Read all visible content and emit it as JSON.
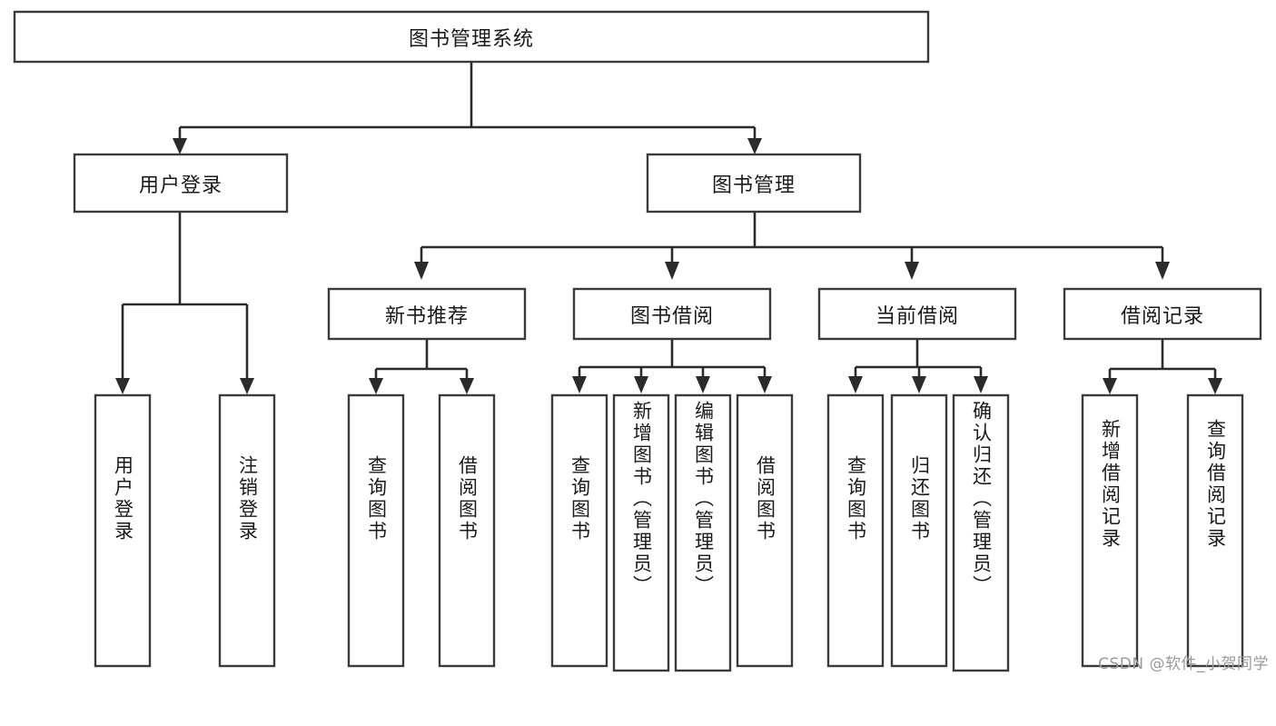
{
  "diagram": {
    "title": "图书管理系统",
    "type": "tree",
    "orientation": "top-down",
    "colors": {
      "box_border": "#3b3b3b",
      "box_fill": "#ffffff",
      "connector": "#2b2b2b",
      "text": "#1a1a1a",
      "background": "#ffffff",
      "watermark": "#9a9a9a"
    },
    "root": {
      "id": "root",
      "label": "图书管理系统",
      "orientation": "horizontal"
    },
    "level2": [
      {
        "id": "user-login",
        "label": "用户登录",
        "orientation": "horizontal"
      },
      {
        "id": "book-manage",
        "label": "图书管理",
        "orientation": "horizontal"
      }
    ],
    "level3": [
      {
        "id": "new-book-recommend",
        "label": "新书推荐",
        "orientation": "horizontal",
        "parent": "book-manage"
      },
      {
        "id": "book-borrow",
        "label": "图书借阅",
        "orientation": "horizontal",
        "parent": "book-manage"
      },
      {
        "id": "current-borrow",
        "label": "当前借阅",
        "orientation": "horizontal",
        "parent": "book-manage"
      },
      {
        "id": "borrow-record",
        "label": "借阅记录",
        "orientation": "horizontal",
        "parent": "book-manage"
      }
    ],
    "leaves": [
      {
        "id": "leaf-user-login",
        "label": "用户登录",
        "orientation": "vertical",
        "parent": "user-login"
      },
      {
        "id": "leaf-logout-login",
        "label": "注销登录",
        "orientation": "vertical",
        "parent": "user-login"
      },
      {
        "id": "leaf-query-book-1",
        "label": "查询图书",
        "orientation": "vertical",
        "parent": "new-book-recommend"
      },
      {
        "id": "leaf-borrow-book-1",
        "label": "借阅图书",
        "orientation": "vertical",
        "parent": "new-book-recommend"
      },
      {
        "id": "leaf-query-book-2",
        "label": "查询图书",
        "orientation": "vertical",
        "parent": "book-borrow"
      },
      {
        "id": "leaf-add-book",
        "label": "新增图书（管理员）",
        "orientation": "vertical",
        "parent": "book-borrow"
      },
      {
        "id": "leaf-edit-book",
        "label": "编辑图书（管理员）",
        "orientation": "vertical",
        "parent": "book-borrow"
      },
      {
        "id": "leaf-borrow-book-2",
        "label": "借阅图书",
        "orientation": "vertical",
        "parent": "book-borrow"
      },
      {
        "id": "leaf-query-book-3",
        "label": "查询图书",
        "orientation": "vertical",
        "parent": "current-borrow"
      },
      {
        "id": "leaf-return-book",
        "label": "归还图书",
        "orientation": "vertical",
        "parent": "current-borrow"
      },
      {
        "id": "leaf-confirm-return",
        "label": "确认归还（管理员）",
        "orientation": "vertical",
        "parent": "current-borrow"
      },
      {
        "id": "leaf-add-record",
        "label": "新增借阅记录",
        "orientation": "vertical",
        "parent": "borrow-record"
      },
      {
        "id": "leaf-query-record",
        "label": "查询借阅记录",
        "orientation": "vertical",
        "parent": "borrow-record"
      }
    ],
    "watermark": "CSDN @软件_小贺同学"
  }
}
